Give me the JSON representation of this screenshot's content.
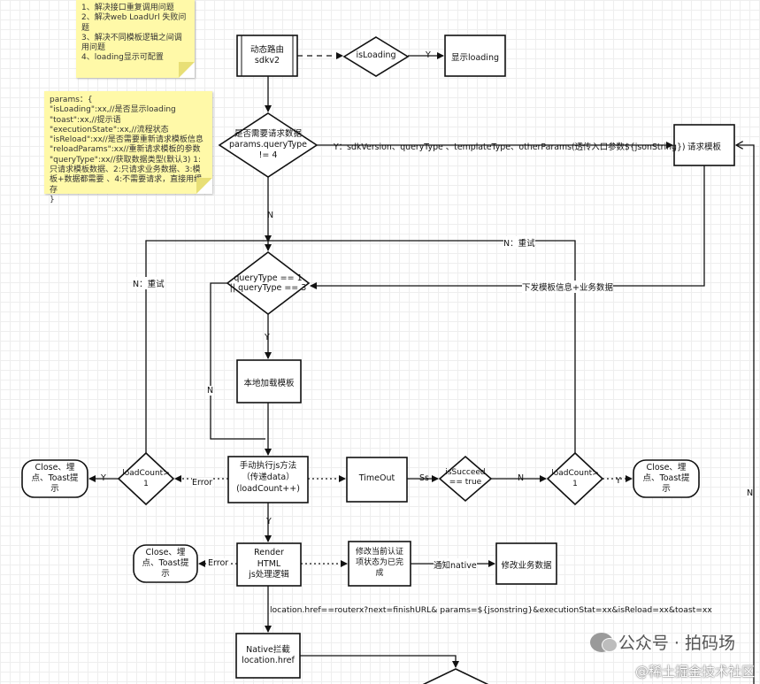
{
  "notes": {
    "fixes": [
      "1、解决接口重复调用问题",
      "2、解决web LoadUrl 失败问题",
      "3、解决不同模板逻辑之间调用问题",
      "4、loading显示可配置"
    ],
    "params": [
      "params：{",
      "\"isLoading\":xx,//是否显示loading",
      "\"toast\":xx,//提示语",
      "\"executionState\":xx,//流程状态",
      "\"isReload\":xx//是否需要重新请求模板信息",
      "\"reloadParams\":xx//重新请求模板的参数",
      "\"queryType\":xx//获取数据类型(默认3) 1:只请求模板数据、2:只请求业务数据、3:模板+数据都需要 、4:不需要请求，直接用缓存",
      "}"
    ]
  },
  "nodes": {
    "dynamic_route": "动态路由\nsdkv2",
    "is_loading": "isLoading",
    "show_loading": "显示loading",
    "need_request": "是否需要请求数据\nparams.queryType\n!= 4",
    "request_template": "请求模板",
    "query_type_check": "queryType == 1\n|| queryType == 3",
    "local_load_template": "本地加载模板",
    "manual_exec": "手动执行js方法\n（传递data）\n(loadCount++)",
    "timeout": "TimeOut",
    "is_succeed": "isSucceed\n== true",
    "load_count_left": "loadCount>\n1",
    "load_count_right": "loadCount>\n1",
    "close_left": "Close、埋\n点、Toast提\n示",
    "close_right": "Close、埋\n点、Toast提\n示",
    "render": "Render\nHTML\njs处理逻辑",
    "close_render": "Close、埋\n点、Toast提\n示",
    "modify_auth": "修改当前认证\n项状态为已完\n成",
    "modify_business": "修改业务数据",
    "native_intercept": "Native拦截\nlocation.href"
  },
  "edge_labels": {
    "y": "Y",
    "n": "N",
    "y_params": "Y：sdkVersion、queryType 、templateType、otherParams(透传入口参数${jsonString})",
    "n_retry": "N：重试",
    "issue_template": "下发模板信息+业务数据",
    "error": "Error",
    "ss": "Ss",
    "notify_native": "通知native",
    "location_href": "location.href==routerx?next=finishURL& params=${jsonstring}&executionStat=xx&isReload=xx&toast=xx"
  },
  "watermark": {
    "line1": "公众号 · 拍码场",
    "line2": "@稀土掘金技术社区"
  }
}
